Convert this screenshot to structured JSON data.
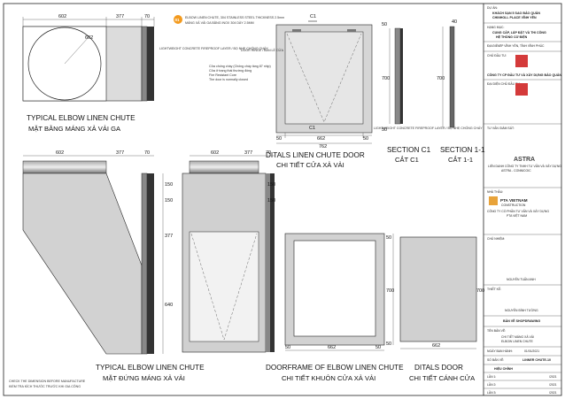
{
  "views": {
    "elbow_plan": {
      "title": "TYPICAL ELBOW LINEN CHUTE",
      "subtitle": "MẶT BẰNG MÁNG XẢ VẢI GA",
      "dims": [
        "602",
        "377",
        "70"
      ],
      "diameter": "602",
      "side_note": "LIGHTWEIGHT CONCRETE FIREPROOF LAYER / BỌ NHẸ CHỐNG CHÁY"
    },
    "door_detail": {
      "title": "DITALS LINEN CHUTE DOOR",
      "subtitle": "CHI TIẾT CỬA XẢ VẢI",
      "dims": [
        "50",
        "662",
        "50"
      ],
      "overall": "762",
      "section_mark": "C1",
      "hinge_note": "DOOR HINGE / BẢN LỀ CỬA",
      "lock_note": [
        "Cửa chống cháy (Chống cháy tầng 87 nhịp)",
        "Cửa ở trạng thái thường đóng",
        "Fire Resistant Core",
        "The door is normally closed"
      ]
    },
    "section_c1": {
      "title": "SECTION C1",
      "subtitle": "CẮT C1",
      "dims": [
        "50",
        "700",
        "50"
      ],
      "note": "LIGHTWEIGHT CONCRETE FIREPROOF LAYER / BỌ NHẸ CHỐNG CHÁY"
    },
    "section_11": {
      "title": "SECTION 1-1",
      "subtitle": "CẮT 1-1",
      "dims": [
        "40",
        "700"
      ]
    },
    "elbow_elev": {
      "title": "TYPICAL ELBOW LINEN CHUTE",
      "subtitle": "MẶT ĐỨNG MÁNG XẢ VẢI",
      "dims": [
        "602",
        "377",
        "70"
      ],
      "v_dims": [
        "150",
        "150",
        "377",
        "640"
      ],
      "footnote": [
        "CHECK THE DIMENSION BEFORE MANUFACTURE",
        "KIỂM TRA KÍCH THƯỚC TRƯỚC KHI GIA CÔNG"
      ]
    },
    "side_elev": {
      "dims": [
        "602",
        "377",
        "70"
      ],
      "v_dims": [
        "150",
        "150"
      ]
    },
    "doorframe": {
      "title": "DOORFRAME OF ELBOW LINEN CHUTE",
      "subtitle": "CHI TIẾT KHUÔN CỬA XẢ VẢI",
      "dims": [
        "50",
        "662",
        "50"
      ],
      "v_dims": [
        "50",
        "700",
        "50"
      ]
    },
    "door_leaf": {
      "title": "DITALS DOOR",
      "subtitle": "CHI TIẾT CÁNH CỬA",
      "dims": [
        "662"
      ],
      "v_dims": [
        "700"
      ]
    }
  },
  "callout": {
    "number": "01",
    "text": [
      "ELBOW LINEN CHUTE, 304 STAINLESS STEEL THICKNESS 2.5mm",
      "MÁNG XẢ VẢI GA BẰNG INOX 304 DÀY 2.5MM"
    ]
  },
  "title_block": {
    "project_label": "DỰ ÁN:",
    "project": [
      "KHÁCH SẠN 5 SAO BẢO QUÂN",
      "CHINHOLL PLACE VĨNH YÊN"
    ],
    "category_label": "HẠNG MỤC:",
    "category": [
      "CUNG CẤP, LẮP ĐẶT VÀ THI CÔNG",
      "HỆ THỐNG CƠ ĐIỆN"
    ],
    "location_label": "ĐỊA ĐIỂM:",
    "location": "TP VĨNH YÊN, TỈNH VĨNH PHÚC",
    "owner_label": "CHỦ ĐẦU TƯ:",
    "owner": "CÔNG TY CP ĐẦU TƯ VÀ XÂY DỰNG BẢO QUÂN",
    "owner_rep_label": "ĐẠI DIỆN CHỦ ĐẦU TƯ:",
    "supervisor_label": "TƯ VẤN GIÁM SÁT:",
    "supervisor_logo": "ASTRA",
    "supervisor": [
      "LIÊN DANH CÔNG TY TNHH TƯ VẤN VÀ XÂY DỰNG",
      "ASTRA - CONNICOIC"
    ],
    "contractor_label": "NHÀ THẦU:",
    "contractor_logo": "PTA VIETNAM",
    "contractor_logo_sub": "CONSTRUCTION",
    "contractor": [
      "CÔNG TY CỔ PHẦN TƯ VẤN VÀ XÂY DỰNG",
      "PTA VIỆT NAM"
    ],
    "signer1_label": "CHỦ NHIỆM:",
    "signer1": "NGUYỄN TUẤN ANH",
    "signer2_label": "THIẾT KẾ:",
    "signer2": "NGUYỄN ĐÌNH TƯỜNG",
    "drawing_kind": "BẢN VẼ SHOPDRAWING",
    "drawing_name_label": "TÊN BẢN VẼ:",
    "drawing_name": [
      "CHI TIẾT MÁNG XẢ VẢI",
      "ELBOW LINEN CHUTE"
    ],
    "date_label": "NGÀY BAN HÀNH:",
    "date": "01/01/2021",
    "sheet_label": "SỐ BẢN VẼ:",
    "sheet_no": "LINNER CHUTE-10",
    "revision_label": "HIỆU CHỈNH",
    "rev_rows": [
      "LẦN 1:",
      "LẦN 2:",
      "LẦN 3:"
    ],
    "rev_dates": [
      "/2021",
      "/2021",
      "/2021"
    ]
  }
}
